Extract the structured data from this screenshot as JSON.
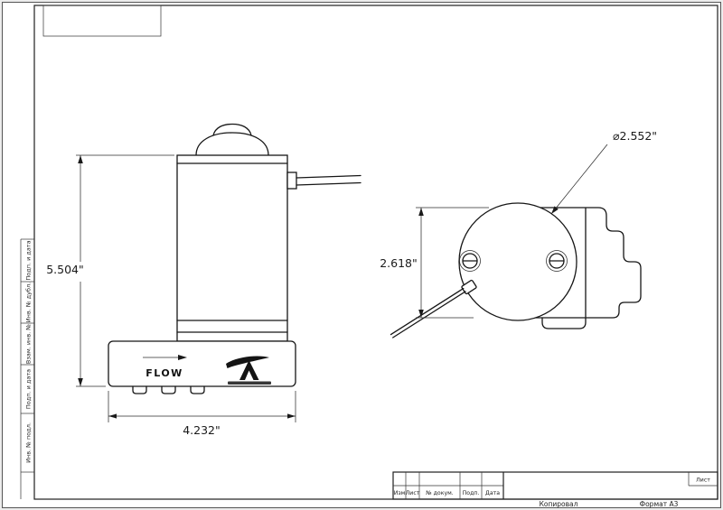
{
  "colors": {
    "paper": "#ffffff",
    "ink": "#1a1a1a",
    "margin_bg": "#ededed"
  },
  "sheet": {
    "side_view": {
      "height_dim": "5.504\"",
      "width_dim": "4.232\"",
      "flow_label": "FLOW"
    },
    "end_view": {
      "diameter_label": "⌀2.552\"",
      "height_dim": "2.618\""
    },
    "left_column": {
      "cells": [
        "Подп. и дата",
        "Инв. № дубл.",
        "Взам. инв. №",
        "Подп. и дата",
        "Инв. № подл."
      ]
    },
    "title_block": {
      "izm": "Изм",
      "list": "Лист",
      "doc": "№ докум.",
      "podp": "Подп.",
      "data": "Дата",
      "sheet": "Лист"
    },
    "footer": {
      "copied": "Копировал",
      "format": "Формат А3"
    }
  }
}
